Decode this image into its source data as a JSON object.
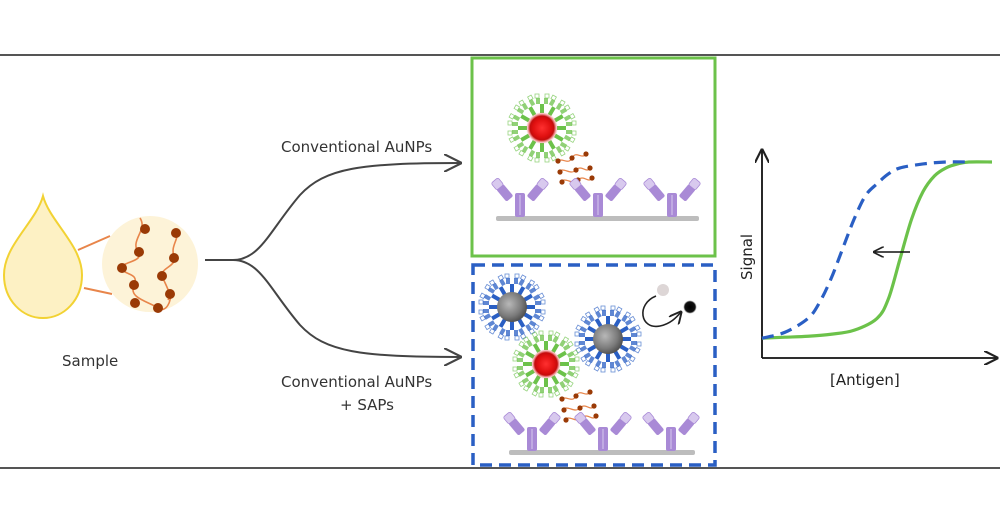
{
  "figure": {
    "sample_label": "Sample",
    "branch_top_label": "Conventional AuNPs",
    "branch_bottom_label_line1": "Conventional AuNPs",
    "branch_bottom_label_line2": "+ SAPs",
    "panel_top": {
      "name": "Conventional AuNPs assay",
      "border_color": "#6cc24a",
      "border_style": "solid"
    },
    "panel_bottom": {
      "name": "Conventional AuNPs + SAPs assay",
      "border_color": "#2a5fc4",
      "border_style": "dashed"
    }
  },
  "colors": {
    "droplet_fill": "#fdf1c4",
    "droplet_stroke": "#f2d233",
    "connector": "#e8854a",
    "bead": "#9a3a06",
    "chain": "#e8854a",
    "gold_np": "#e01010",
    "sap_np": "#8a8a8a",
    "antibody": "#a98ad6",
    "antibody_light": "#d8c9ee",
    "green_ligand": "#6cc24a",
    "blue_ligand": "#2a5fc4",
    "surface": "#bdbdbd"
  },
  "chart_data": {
    "type": "line",
    "title": "",
    "xlabel": "[Antigen]",
    "ylabel": "Signal",
    "xlim": [
      0,
      1
    ],
    "ylim": [
      0,
      1
    ],
    "grid": false,
    "annotations": [
      "arrow pointing from green curve to blue dashed curve (left shift)"
    ],
    "series": [
      {
        "name": "Conventional AuNPs",
        "style": "solid",
        "color": "#6cc24a",
        "x": [
          0,
          0.1,
          0.2,
          0.3,
          0.4,
          0.5,
          0.55,
          0.6,
          0.65,
          0.7,
          0.75,
          0.8,
          0.85,
          0.9,
          1.0
        ],
        "y": [
          0.1,
          0.105,
          0.11,
          0.12,
          0.14,
          0.2,
          0.3,
          0.5,
          0.7,
          0.84,
          0.92,
          0.96,
          0.98,
          0.99,
          0.99
        ]
      },
      {
        "name": "Conventional AuNPs + SAPs",
        "style": "dashed",
        "color": "#2a5fc4",
        "x": [
          0,
          0.1,
          0.2,
          0.25,
          0.3,
          0.35,
          0.4,
          0.45,
          0.5,
          0.55,
          0.6,
          0.7,
          0.8,
          0.9
        ],
        "y": [
          0.1,
          0.13,
          0.2,
          0.28,
          0.4,
          0.55,
          0.7,
          0.82,
          0.88,
          0.93,
          0.96,
          0.98,
          0.99,
          0.99
        ]
      }
    ]
  }
}
